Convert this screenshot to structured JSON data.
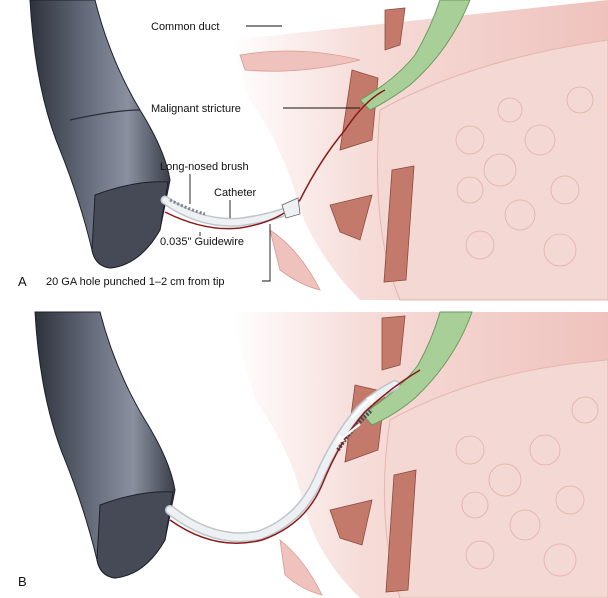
{
  "panels": [
    {
      "letter": "A",
      "labels": {
        "common_duct": "Common duct",
        "malignant_stricture": "Malignant stricture",
        "long_nosed_brush": "Long-nosed brush",
        "catheter": "Catheter",
        "guidewire": "0.035\" Guidewire",
        "hole": "20 GA hole punched 1–2 cm from tip"
      }
    },
    {
      "letter": "B"
    }
  ],
  "colors": {
    "endoscope": "#5a6070",
    "tissue": "#f1c7c3",
    "duct_green": "#a9cf98",
    "muscle": "#b86a5c",
    "fat": "#f3d6d0",
    "catheter": "#e5e9ec",
    "guidewire": "#8a1a1a",
    "arrow": "#ffffff"
  }
}
